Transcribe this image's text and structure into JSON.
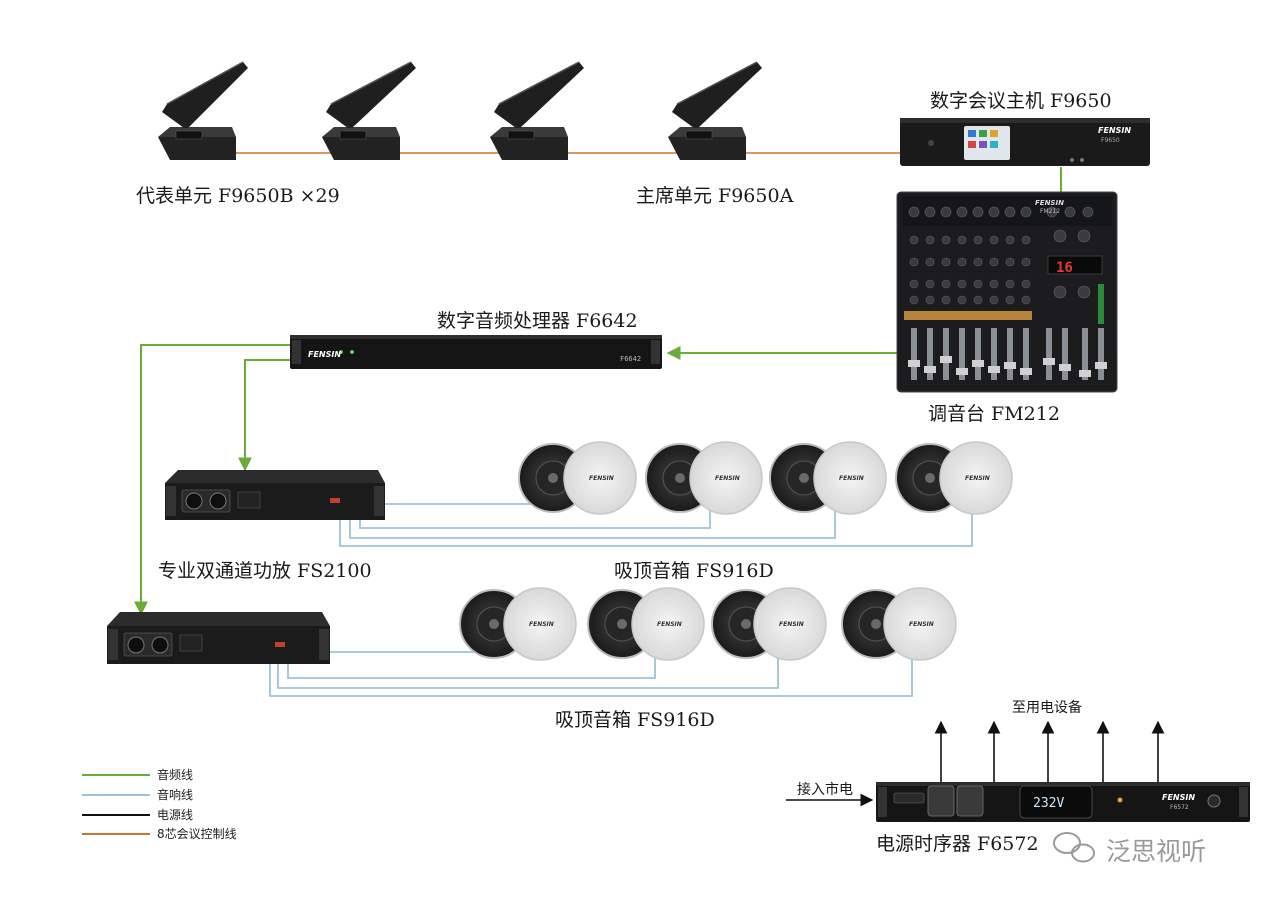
{
  "title": "数字会议主机 F9650",
  "devices": {
    "delegate_unit": "代表单元 F9650B ×29",
    "chairman_unit": "主席单元 F9650A",
    "mixer": "调音台 FM212",
    "processor": "数字音频处理器 F6642",
    "amplifier": "专业双通道功放 FS2100",
    "speakers_1": "吸顶音箱 FS916D",
    "speakers_2": "吸顶音箱 FS916D",
    "sequencer": "电源时序器 F6572",
    "mains_in": "接入市电",
    "to_equipment": "至用电设备"
  },
  "panel_text": {
    "brand": "FENSIN",
    "processor_model": "F6642",
    "host_model": "F9650",
    "mixer_model": "FM212",
    "mixer_display": "16",
    "sequencer_model": "F6572",
    "sequencer_voltage": "232V"
  },
  "legend": [
    {
      "label": "音频线",
      "color": "#6aab3a"
    },
    {
      "label": "音响线",
      "color": "#9dc3d6"
    },
    {
      "label": "电源线",
      "color": "#111111"
    },
    {
      "label": "8芯会议控制线",
      "color": "#c8782a"
    }
  ],
  "watermark": "泛思视听"
}
